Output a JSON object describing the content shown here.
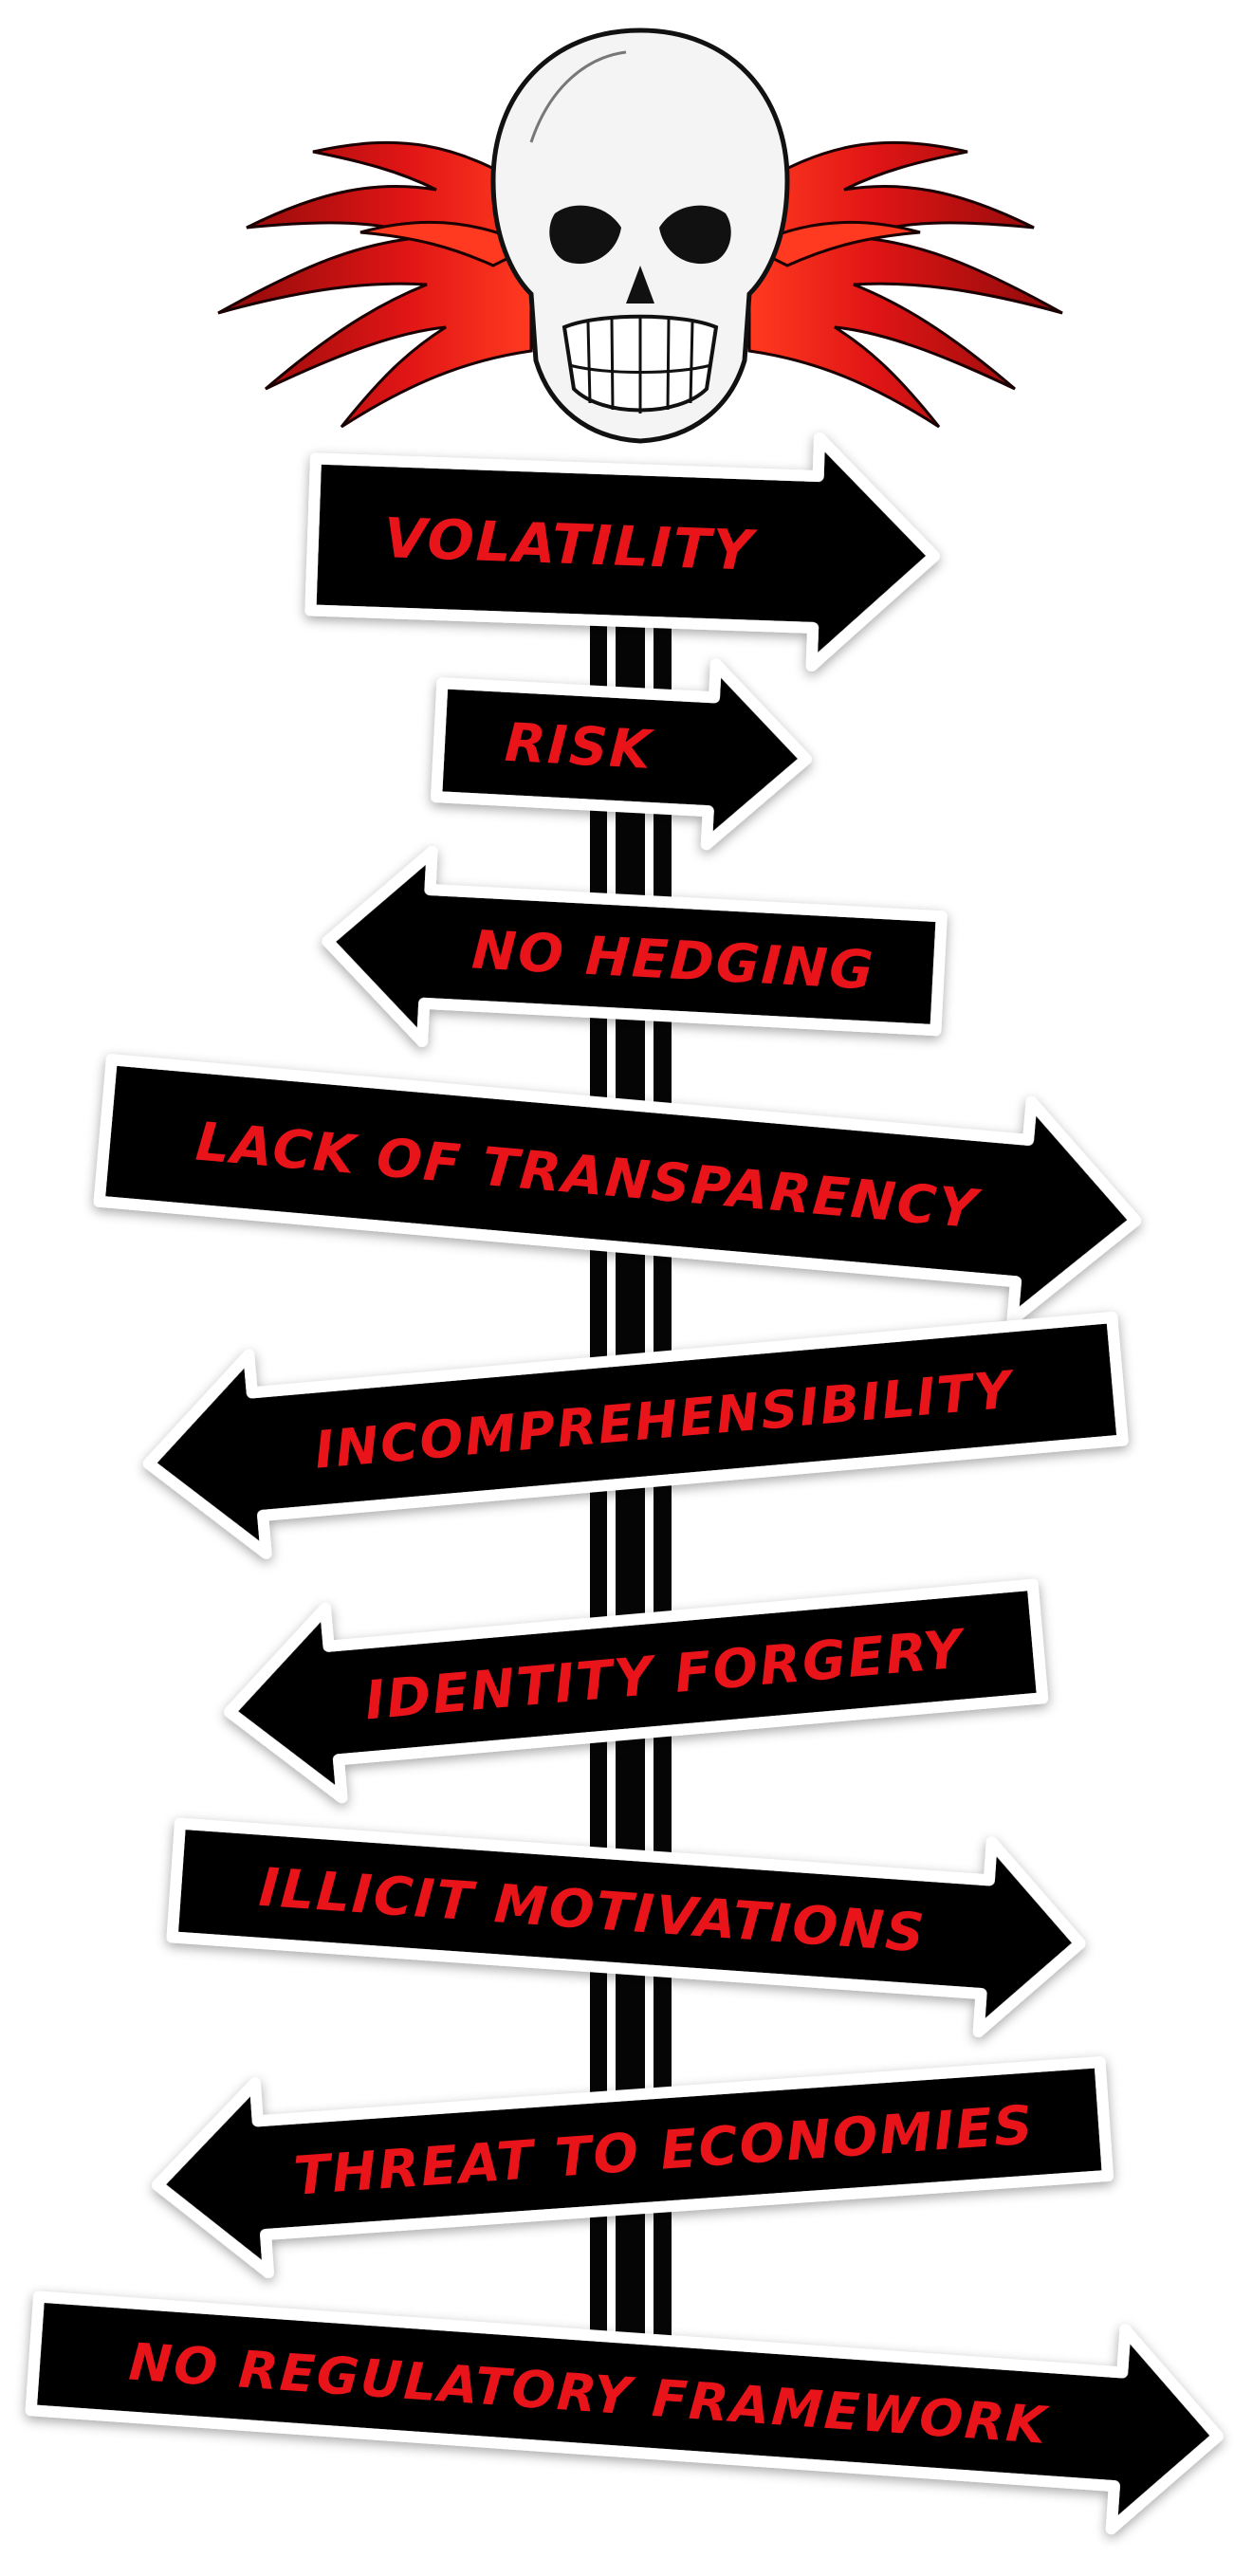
{
  "colors": {
    "sign_fill": "#050505",
    "sign_border": "#ffffff",
    "text": "#e8141a",
    "flame_dark": "#8c0a0a",
    "flame_light": "#ff2a1a",
    "post": "#050505",
    "skull_fill": "#f4f4f4",
    "skull_line": "#111111"
  },
  "icon": "flaming-skull-icon",
  "signs": [
    {
      "label": "VOLATILITY",
      "direction": "right"
    },
    {
      "label": "RISK",
      "direction": "right"
    },
    {
      "label": "NO HEDGING",
      "direction": "left"
    },
    {
      "label": "LACK OF TRANSPARENCY",
      "direction": "right"
    },
    {
      "label": "INCOMPREHENSIBILITY",
      "direction": "left"
    },
    {
      "label": "IDENTITY FORGERY",
      "direction": "left"
    },
    {
      "label": "ILLICIT MOTIVATIONS",
      "direction": "right"
    },
    {
      "label": "THREAT TO ECONOMIES",
      "direction": "left"
    },
    {
      "label": "NO REGULATORY FRAMEWORK",
      "direction": "right"
    }
  ]
}
